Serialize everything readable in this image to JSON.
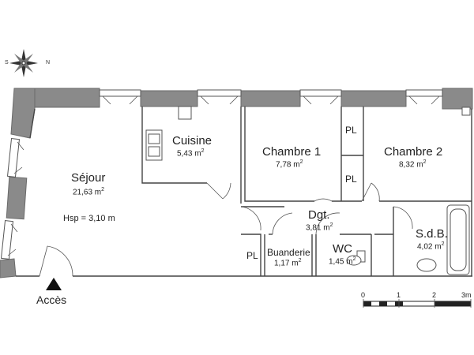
{
  "rooms": {
    "sejour": {
      "name": "Séjour",
      "area": "21,63 m",
      "unit_exp": "2",
      "hsp": "Hsp = 3,10 m"
    },
    "cuisine": {
      "name": "Cuisine",
      "area": "5,43 m",
      "unit_exp": "2"
    },
    "chambre1": {
      "name": "Chambre 1",
      "area": "7,78 m",
      "unit_exp": "2"
    },
    "chambre2": {
      "name": "Chambre 2",
      "area": "8,32 m",
      "unit_exp": "2"
    },
    "dgt": {
      "name": "Dgt.",
      "area": "3,81 m",
      "unit_exp": "2"
    },
    "sdb": {
      "name": "S.d.B.",
      "area": "4,02 m",
      "unit_exp": "2"
    },
    "wc": {
      "name": "WC",
      "area": "1,45 m",
      "unit_exp": "2"
    },
    "buanderie": {
      "name": "Buanderie",
      "area": "1,17 m",
      "unit_exp": "2"
    }
  },
  "closets": [
    "PL",
    "PL",
    "PL"
  ],
  "entrance": {
    "label": "Accès"
  },
  "compass": {
    "north": "N",
    "south": "S"
  },
  "scale": {
    "ticks": [
      "0",
      "1",
      "2",
      "3m"
    ]
  },
  "colors": {
    "wall": "#8a8a8a",
    "line": "#444444",
    "background": "#ffffff"
  }
}
